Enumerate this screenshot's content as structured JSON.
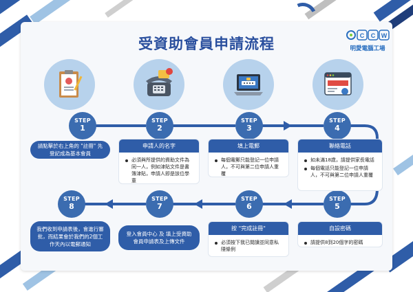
{
  "title": "受資助會員申請流程",
  "logo": {
    "letters": "CCW",
    "name": "明愛電腦工場"
  },
  "step_word": "STEP",
  "steps": [
    {
      "number": "1",
      "icon": "clipboard-profile-icon",
      "text": "請點擊於右上角的 \"註冊\" 先登記成為基本會員"
    },
    {
      "number": "2",
      "icon": "telephone-notification-icon",
      "title": "申請人的名字",
      "items": [
        "必須與所提供的資助文件為同一人，例如津貼文件是書簿津貼，申請人即是該位學童"
      ]
    },
    {
      "number": "3",
      "icon": "laptop-password-icon",
      "title": "填上電郵",
      "items": [
        "每個電郵只能登記一位申請人，不可與第二位申請人重覆"
      ]
    },
    {
      "number": "4",
      "icon": "web-browser-icon",
      "title": "聯絡電話",
      "items": [
        "如未滿18歲，請提供家長電話",
        "每個電話只能登記一位申請人，不可與第二位申請人重覆"
      ]
    },
    {
      "number": "5",
      "title": "自設密碼",
      "items": [
        "請提供8到20個字的密碼"
      ]
    },
    {
      "number": "6",
      "title": "按 \"完成註冊\"",
      "items": [
        "必須按下我已閱讀並同意私隱條例"
      ]
    },
    {
      "number": "7",
      "text": "登入會員中心 及 填上受資助會員申請表及上傳文件"
    },
    {
      "number": "8",
      "text": "我們收到申請表後，會進行審批，而結果會於我們的2個工作天內以電郵通知"
    }
  ],
  "colors": {
    "primary": "#2f5da8",
    "badge": "#3b6cb0",
    "circle": "#b7d2ec",
    "title": "#2a4f9e"
  }
}
